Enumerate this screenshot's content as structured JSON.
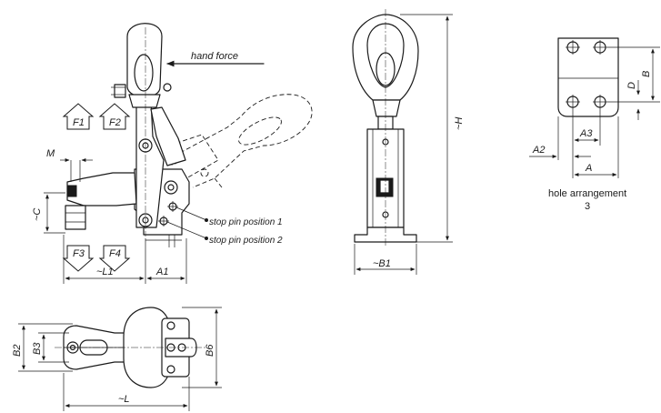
{
  "labels": {
    "hand_force": "hand force",
    "stop_pin_1": "stop pin position 1",
    "stop_pin_2": "stop pin position 2",
    "hole_arrangement": "hole arrangement",
    "hole_arrangement_num": "3"
  },
  "forces": {
    "f1": "F1",
    "f2": "F2",
    "f3": "F3",
    "f4": "F4"
  },
  "dimensions": {
    "m": "M",
    "c": "~C",
    "l1": "~L1",
    "a1": "A1",
    "h": "~H",
    "b1": "~B1",
    "b": "B",
    "d": "D",
    "a2": "A2",
    "a3": "A3",
    "a": "A",
    "b2": "B2",
    "b3": "B3",
    "b6": "B6",
    "l": "~L"
  }
}
